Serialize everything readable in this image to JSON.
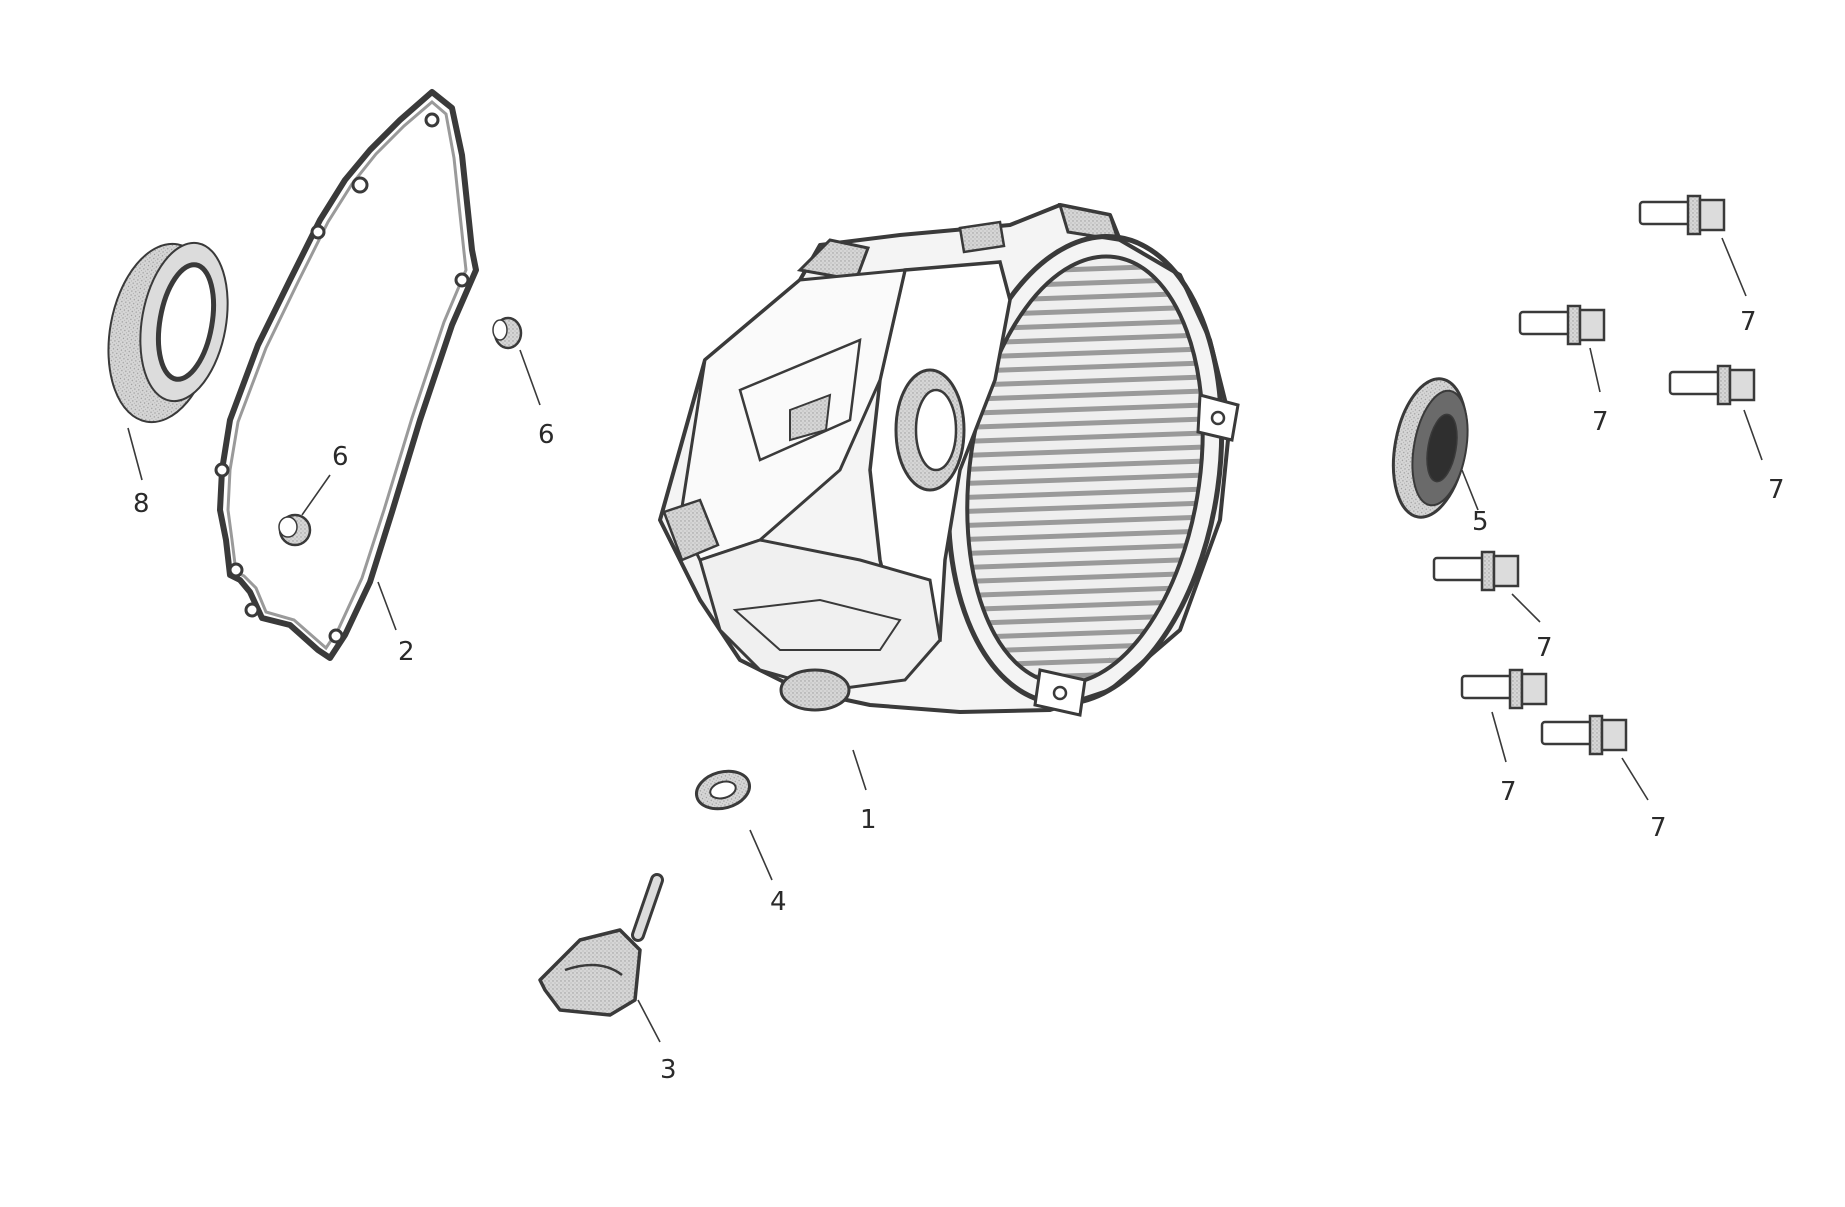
{
  "callouts": {
    "housing": "1",
    "gasket": "2",
    "drain_plug": "3",
    "drain_washer": "4",
    "oil_seal_right": "5",
    "dowel_pin_top": "6",
    "dowel_pin_lower": "6",
    "bolt_a": "7",
    "bolt_b": "7",
    "bolt_c": "7",
    "bolt_d": "7",
    "bolt_e": "7",
    "bolt_f": "7",
    "oil_seal_left": "8"
  },
  "colors": {
    "line": "#3a3a3a",
    "shade": "#c8c8c8",
    "light_shade": "#e2e2e2",
    "dark": "#555555"
  },
  "icons": {
    "housing": "crankcase-cover-icon",
    "gasket": "gasket-icon",
    "seal": "oil-seal-icon",
    "bolt": "flange-bolt-icon",
    "plug": "drain-plug-icon",
    "washer": "washer-icon",
    "pin": "dowel-pin-icon"
  }
}
